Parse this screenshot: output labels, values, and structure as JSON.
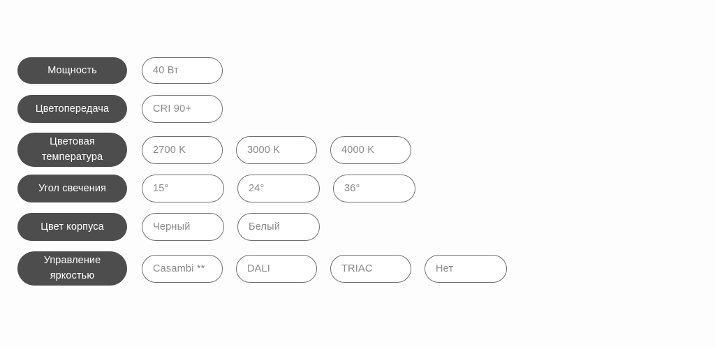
{
  "page": {
    "background_color": "#fdfdfd",
    "label_pill_color": "#4d4d4d",
    "label_text_color": "#ffffff",
    "chip_border_color": "#6f6f6f",
    "chip_text_color": "#8a8a8a"
  },
  "spec_rows": [
    {
      "label": "Мощность",
      "options": [
        {
          "value": "40 Вт"
        }
      ]
    },
    {
      "label": "Цветопередача",
      "options": [
        {
          "value": "CRI 90+"
        }
      ]
    },
    {
      "label": "Цветовая\nтемпература",
      "options": [
        {
          "value": "2700 K"
        },
        {
          "value": "3000 K"
        },
        {
          "value": "4000 K"
        }
      ]
    },
    {
      "label": "Угол свечения",
      "options": [
        {
          "value": "15°"
        },
        {
          "value": "24°"
        },
        {
          "value": "36°"
        }
      ]
    },
    {
      "label": "Цвет корпуса",
      "options": [
        {
          "value": "Черный"
        },
        {
          "value": "Белый"
        }
      ]
    },
    {
      "label": "Управление\nяркостью",
      "options": [
        {
          "value": "Casambi **"
        },
        {
          "value": "DALI"
        },
        {
          "value": "TRIAC"
        },
        {
          "value": "Нет"
        }
      ]
    }
  ]
}
